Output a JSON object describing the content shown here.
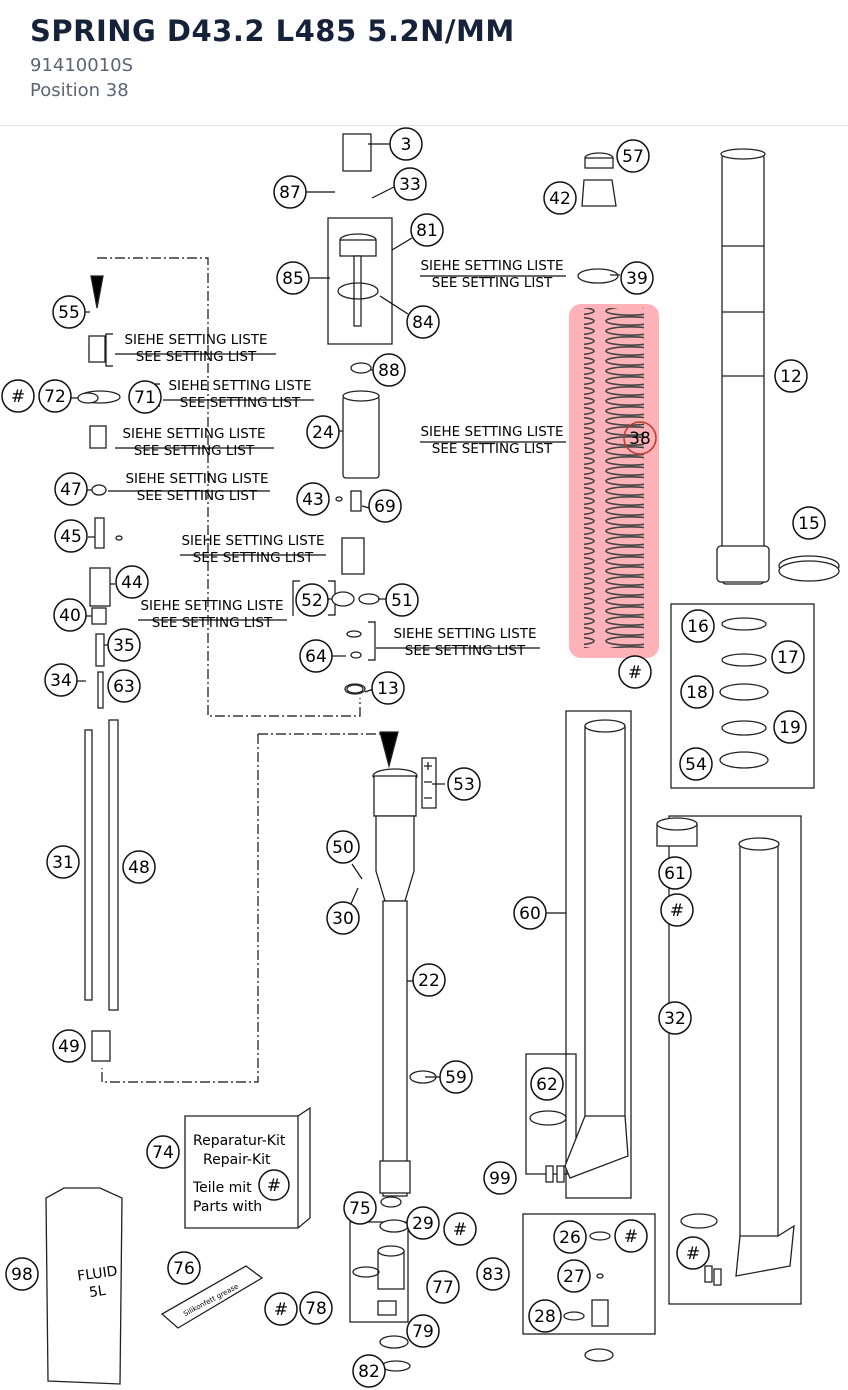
{
  "header": {
    "title": "SPRING D43.2 L485 5.2N/MM",
    "part_number": "91410010S",
    "position": "Position 38"
  },
  "diagram": {
    "highlight": {
      "callout": "38",
      "color": "#ff9aa0"
    },
    "notes": {
      "de": "SIEHE SETTING LISTE",
      "en": "SEE SETTING LIST"
    },
    "repair_kit": {
      "line1": "Reparatur-Kit",
      "line2": "Repair-Kit",
      "line3": "Teile mit",
      "line4": "Parts with",
      "symbol": "#"
    },
    "fluid_can": {
      "line1": "FLUID",
      "line2": "5L"
    },
    "tube_label": "Silikonfett grease",
    "callouts": [
      "3",
      "87",
      "33",
      "81",
      "85",
      "84",
      "57",
      "42",
      "39",
      "12",
      "88",
      "24",
      "43",
      "69",
      "38",
      "55",
      "72",
      "71",
      "47",
      "45",
      "44",
      "52",
      "51",
      "40",
      "35",
      "64",
      "34",
      "63",
      "13",
      "15",
      "16",
      "17",
      "18",
      "19",
      "54",
      "53",
      "50",
      "30",
      "31",
      "48",
      "22",
      "61",
      "60",
      "32",
      "49",
      "59",
      "62",
      "99",
      "74",
      "75",
      "29",
      "26",
      "27",
      "28",
      "83",
      "98",
      "76",
      "77",
      "78",
      "79",
      "82"
    ]
  }
}
